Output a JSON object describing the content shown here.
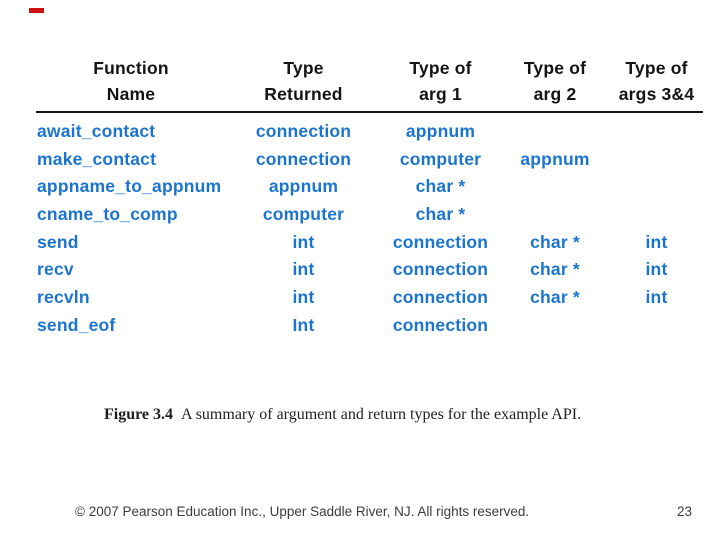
{
  "colors": {
    "table_text": "#1b75d0",
    "header_text": "#141414",
    "caption_text": "#1f1f1f",
    "footer_text": "#3c3c3c",
    "red_mark": "#cc1111"
  },
  "table": {
    "headers": [
      "Function\nName",
      "Type\nReturned",
      "Type of\narg 1",
      "Type of\narg 2",
      "Type of\nargs 3&4"
    ],
    "rows": [
      [
        "await_contact",
        "connection",
        "appnum",
        "",
        ""
      ],
      [
        "make_contact",
        "connection",
        "computer",
        "appnum",
        ""
      ],
      [
        "appname_to_appnum",
        "appnum",
        "char *",
        "",
        ""
      ],
      [
        "cname_to_comp",
        "computer",
        "char *",
        "",
        ""
      ],
      [
        "send",
        "int",
        "connection",
        "char *",
        "int"
      ],
      [
        "recv",
        "int",
        "connection",
        "char *",
        "int"
      ],
      [
        "recvln",
        "int",
        "connection",
        "char *",
        "int"
      ],
      [
        "send_eof",
        "Int",
        "connection",
        "",
        ""
      ]
    ]
  },
  "caption": {
    "label": "Figure 3.4",
    "text": "A summary of argument and return types for the example API."
  },
  "footer": {
    "copyright": "© 2007 Pearson Education Inc., Upper Saddle River, NJ. All rights reserved.",
    "page_number": "23"
  }
}
